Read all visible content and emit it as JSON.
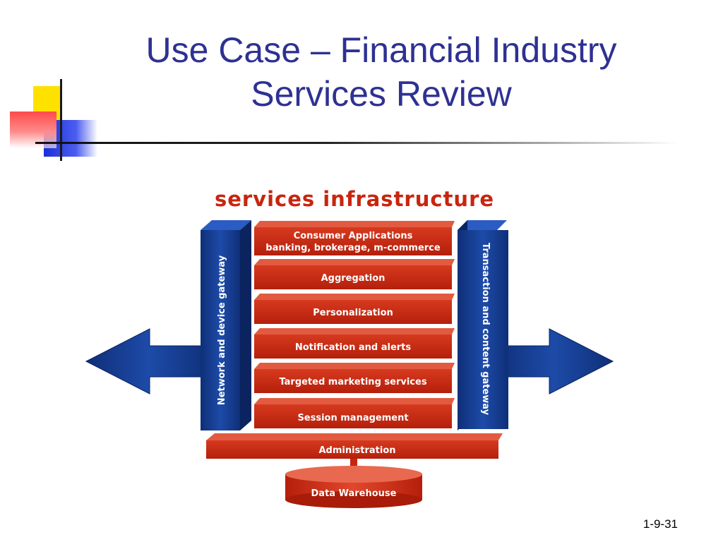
{
  "slide": {
    "title_line1": "Use Case – Financial Industry",
    "title_line2": "Services Review",
    "page_number": "1-9-31"
  },
  "diagram": {
    "heading": "services infrastructure",
    "left_gateway": "Network and device gateway",
    "right_gateway": "Transaction and content gateway",
    "layers": {
      "consumer_line1": "Consumer Applications",
      "consumer_line2": "banking, brokerage, m-commerce",
      "aggregation": "Aggregation",
      "personalization": "Personalization",
      "notification": "Notification and alerts",
      "marketing": "Targeted marketing services",
      "session": "Session management"
    },
    "administration": "Administration",
    "data_warehouse": "Data Warehouse",
    "colors": {
      "title_blue": "#2e3192",
      "layer_red": "#c8250f",
      "layer_red_top": "#e0533a",
      "gateway_blue": "#123a8a",
      "heading_red": "#c8250f"
    }
  }
}
